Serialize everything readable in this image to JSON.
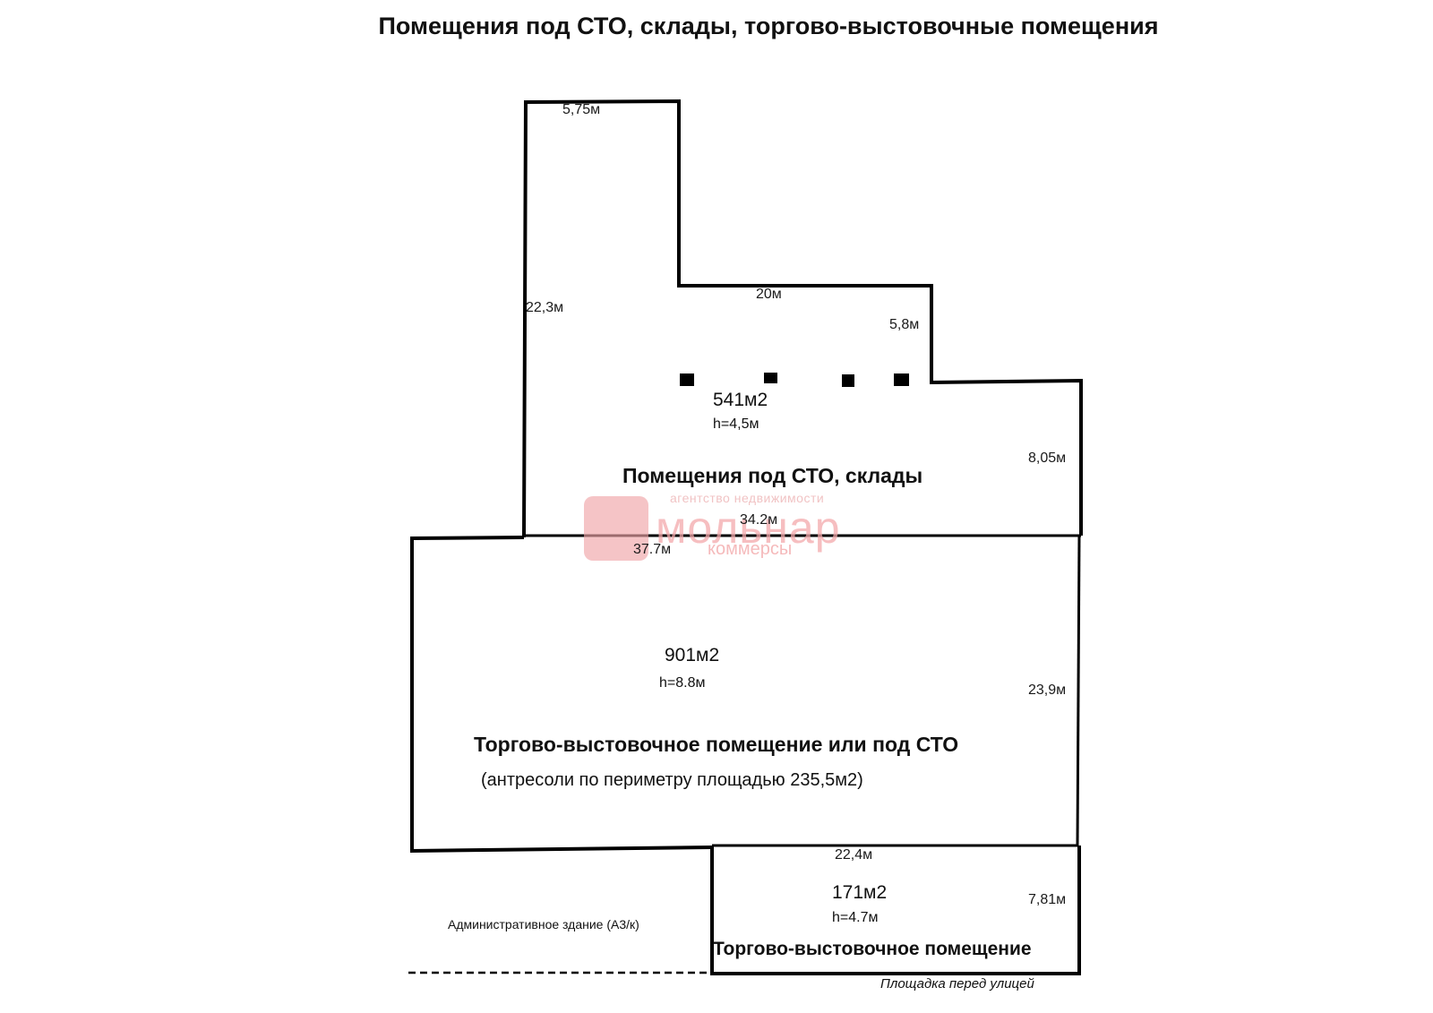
{
  "title": "Помещения под СТО, склады, торгово-выстовочные помещения",
  "watermark": {
    "top": "агентство недвижимости",
    "main": "мольнар",
    "bottom": "коммерсы",
    "color": "#f3a9ab"
  },
  "dimensions": {
    "top_width": "5,75м",
    "left_upper_height": "22,3м",
    "step_width": "20м",
    "step_height": "5,8м",
    "right_upper_height": "8,05м",
    "middle_line_upper": "34.2м",
    "middle_line_lower": "37.7м",
    "right_middle_height": "23,9м",
    "bottom_room_width": "22,4м",
    "bottom_room_height": "7,81м"
  },
  "rooms": [
    {
      "area": "541м2",
      "ceiling": "h=4,5м",
      "label": "Помещения под СТО, склады"
    },
    {
      "area": "901м2",
      "ceiling": "h=8.8м",
      "label": "Торгово-выстовочное помещение или под СТО",
      "note": "(антресоли по периметру площадью 235,5м2)"
    },
    {
      "area": "171м2",
      "ceiling": "h=4.7м",
      "label": "Торгово-выстовочное помещение"
    }
  ],
  "surroundings": {
    "admin_building": "Административное здание (А3/к)",
    "street_area": "Площадка перед улицей"
  },
  "colors": {
    "lines": "#000000",
    "background": "#ffffff"
  }
}
